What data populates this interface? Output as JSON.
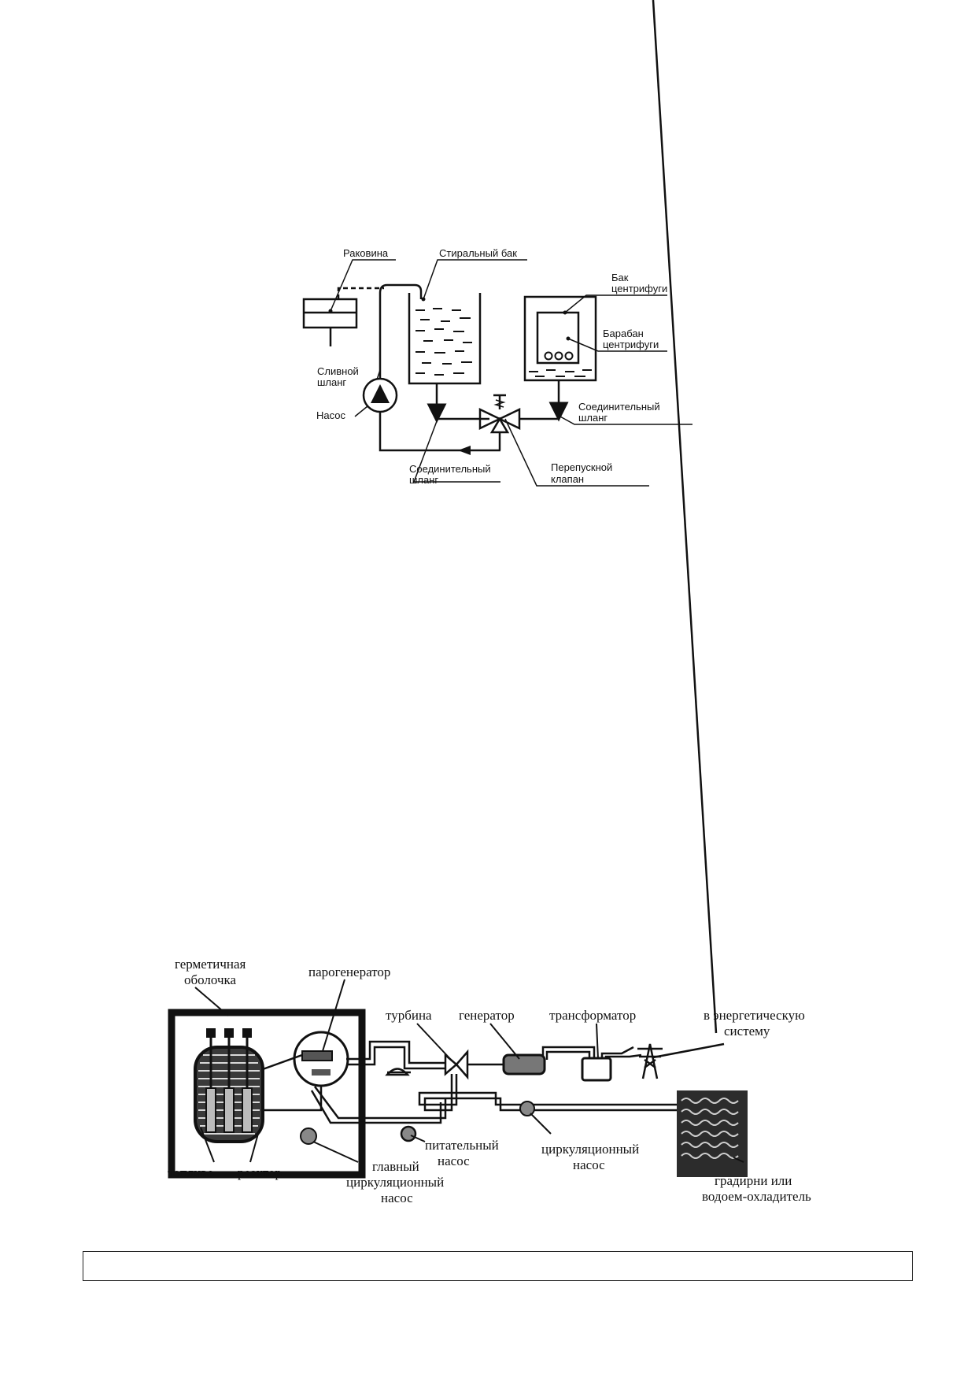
{
  "washer": {
    "sink": "Раковина",
    "wash_tank": "Стиральный бак",
    "spin_tank_1": "Бак",
    "spin_tank_2": "центрифуги",
    "drum_1": "Барабан",
    "drum_2": "центрифуги",
    "drain_hose_1": "Сливной",
    "drain_hose_2": "шланг",
    "pump": "Насос",
    "conn_hose_right_1": "Соединительный",
    "conn_hose_right_2": "шланг",
    "conn_hose_left_1": "Соединительный",
    "conn_hose_left_2": "шланг",
    "bypass_valve_1": "Перепускной",
    "bypass_valve_2": "клапан"
  },
  "npp": {
    "containment_1": "герметичная",
    "containment_2": "оболочка",
    "steam_generator": "парогенератор",
    "turbine": "турбина",
    "generator": "генератор",
    "transformer": "трансформатор",
    "grid_1": "в энергетическую",
    "grid_2": "систему",
    "fuel": "топливо",
    "reactor": "реактор",
    "main_pump_1": "главный",
    "main_pump_2": "циркуляционный",
    "main_pump_3": "насос",
    "feed_pump_1": "питательный",
    "feed_pump_2": "насос",
    "circ_pump_1": "циркуляционный",
    "circ_pump_2": "насос",
    "cooling_1": "градирни или",
    "cooling_2": "водоем-охладитель"
  }
}
